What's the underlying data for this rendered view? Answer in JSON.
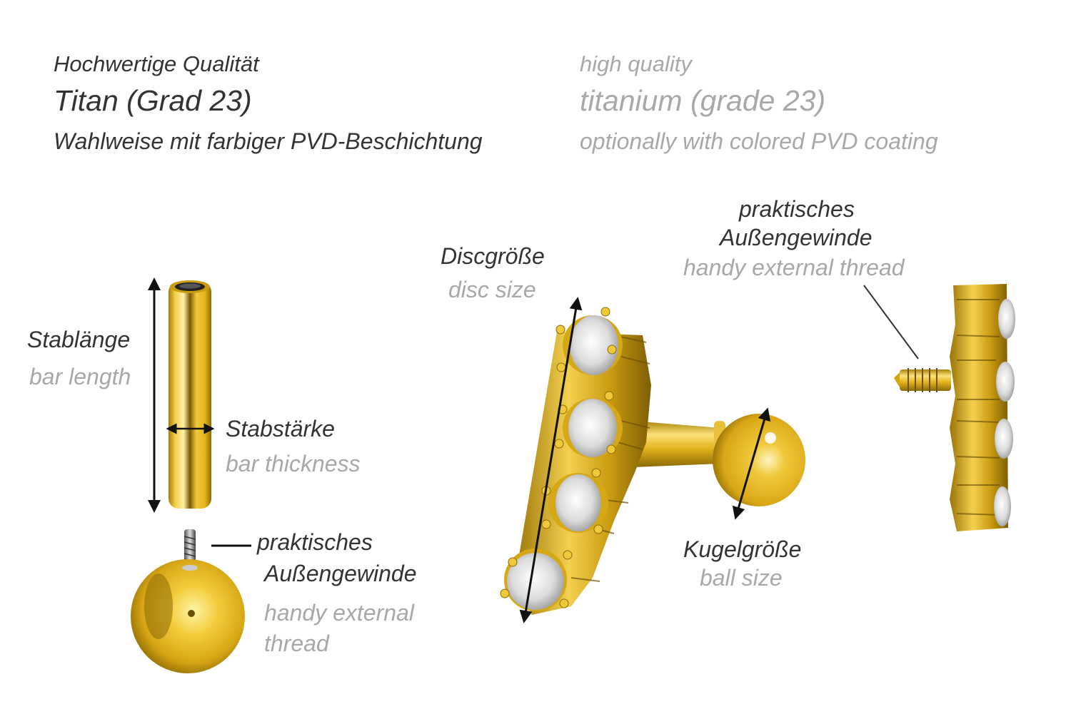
{
  "header": {
    "de": {
      "quality": "Hochwertige Qualität",
      "material": "Titan (Grad 23)",
      "coating": "Wahlweise mit farbiger PVD-Beschichtung"
    },
    "en": {
      "quality": "high quality",
      "material": "titanium (grade 23)",
      "coating": "optionally with colored PVD coating"
    }
  },
  "labels": {
    "bar_length": {
      "de": "Stablänge",
      "en": "bar length"
    },
    "bar_thickness": {
      "de": "Stabstärke",
      "en": "bar thickness"
    },
    "ball_thread": {
      "de_line1": "praktisches",
      "de_line2": "Außengewinde",
      "en_line1": "handy external",
      "en_line2": "thread"
    },
    "disc_size": {
      "de": "Discgröße",
      "en": "disc size"
    },
    "ball_size": {
      "de": "Kugelgröße",
      "en": "ball size"
    },
    "top_thread": {
      "de_line1": "praktisches",
      "de_line2": "Außengewinde",
      "en": "handy external thread"
    }
  },
  "colors": {
    "gold": "#e2b21a",
    "gold_dark": "#8a6a08",
    "gold_light": "#fbe27a",
    "text_dark": "#333333",
    "text_light": "#a8a8a8"
  }
}
